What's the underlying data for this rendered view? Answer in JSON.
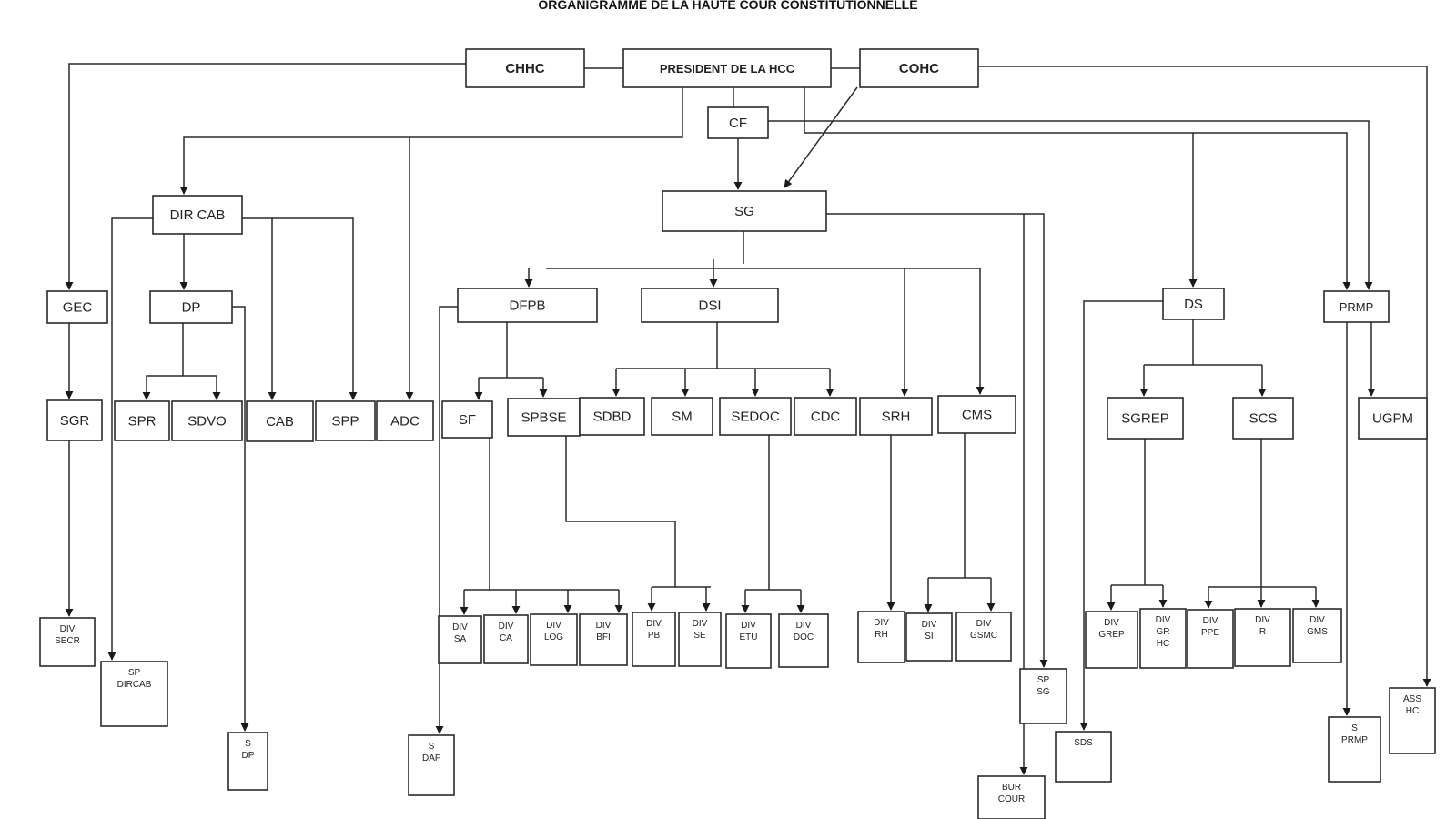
{
  "document": {
    "title": "ORGANIGRAMME DE LA HAUTE COUR CONSTITUTIONNELLE"
  },
  "units": [
    {
      "id": "chhc",
      "lines": [
        "CHHC"
      ]
    },
    {
      "id": "president",
      "lines": [
        "PRESIDENT DE LA HCC"
      ]
    },
    {
      "id": "cohc",
      "lines": [
        "COHC"
      ]
    },
    {
      "id": "cf",
      "lines": [
        "CF"
      ]
    },
    {
      "id": "dircab",
      "lines": [
        "DIR CAB"
      ]
    },
    {
      "id": "sg",
      "lines": [
        "SG"
      ]
    },
    {
      "id": "gec",
      "lines": [
        "GEC"
      ]
    },
    {
      "id": "dp",
      "lines": [
        "DP"
      ]
    },
    {
      "id": "dfpb",
      "lines": [
        "DFPB"
      ]
    },
    {
      "id": "dsi",
      "lines": [
        "DSI"
      ]
    },
    {
      "id": "ds",
      "lines": [
        "DS"
      ]
    },
    {
      "id": "prmp",
      "lines": [
        "PRMP"
      ]
    },
    {
      "id": "sgr",
      "lines": [
        "SGR"
      ]
    },
    {
      "id": "spr",
      "lines": [
        "SPR"
      ]
    },
    {
      "id": "sdvo",
      "lines": [
        "SDVO"
      ]
    },
    {
      "id": "cab",
      "lines": [
        "CAB"
      ]
    },
    {
      "id": "spp",
      "lines": [
        "SPP"
      ]
    },
    {
      "id": "adc",
      "lines": [
        "ADC"
      ]
    },
    {
      "id": "sf",
      "lines": [
        "SF"
      ]
    },
    {
      "id": "spbse",
      "lines": [
        "SPBSE"
      ]
    },
    {
      "id": "sdbd",
      "lines": [
        "SDBD"
      ]
    },
    {
      "id": "sm",
      "lines": [
        "SM"
      ]
    },
    {
      "id": "sedoc",
      "lines": [
        "SEDOC"
      ]
    },
    {
      "id": "cdc",
      "lines": [
        "CDC"
      ]
    },
    {
      "id": "srh",
      "lines": [
        "SRH"
      ]
    },
    {
      "id": "cms",
      "lines": [
        "CMS"
      ]
    },
    {
      "id": "sgrep",
      "lines": [
        "SGREP"
      ]
    },
    {
      "id": "scs",
      "lines": [
        "SCS"
      ]
    },
    {
      "id": "ugpm",
      "lines": [
        "UGPM"
      ]
    },
    {
      "id": "div-secr",
      "lines": [
        "DIV",
        "SECR"
      ]
    },
    {
      "id": "sp-dircab",
      "lines": [
        "SP",
        "DIRCAB"
      ]
    },
    {
      "id": "s-dp",
      "lines": [
        "S",
        "DP"
      ]
    },
    {
      "id": "div-sa",
      "lines": [
        "DIV",
        "SA"
      ]
    },
    {
      "id": "div-ca",
      "lines": [
        "DIV",
        "CA"
      ]
    },
    {
      "id": "div-log",
      "lines": [
        "DIV",
        "LOG"
      ]
    },
    {
      "id": "div-bfi",
      "lines": [
        "DIV",
        "BFI"
      ]
    },
    {
      "id": "div-pb",
      "lines": [
        "DIV",
        "PB"
      ]
    },
    {
      "id": "div-se",
      "lines": [
        "DIV",
        "SE"
      ]
    },
    {
      "id": "div-etu",
      "lines": [
        "DIV",
        "ETU"
      ]
    },
    {
      "id": "div-doc",
      "lines": [
        "DIV",
        "DOC"
      ]
    },
    {
      "id": "s-daf",
      "lines": [
        "S",
        "DAF"
      ]
    },
    {
      "id": "div-rh",
      "lines": [
        "DIV",
        "RH"
      ]
    },
    {
      "id": "div-si",
      "lines": [
        "DIV",
        "SI"
      ]
    },
    {
      "id": "div-gsmc",
      "lines": [
        "DIV",
        "GSMC"
      ]
    },
    {
      "id": "sp-sg",
      "lines": [
        "SP",
        "SG"
      ]
    },
    {
      "id": "bur-cour",
      "lines": [
        "BUR",
        "COUR"
      ]
    },
    {
      "id": "sds",
      "lines": [
        "SDS"
      ]
    },
    {
      "id": "div-grep",
      "lines": [
        "DIV",
        "GREP"
      ]
    },
    {
      "id": "div-gr-hc",
      "lines": [
        "DIV",
        "GR",
        "HC"
      ]
    },
    {
      "id": "div-ppe",
      "lines": [
        "DIV",
        "PPE"
      ]
    },
    {
      "id": "div-r",
      "lines": [
        "DIV",
        "R"
      ]
    },
    {
      "id": "div-gms",
      "lines": [
        "DIV",
        "GMS"
      ]
    },
    {
      "id": "s-prmp",
      "lines": [
        "S",
        "PRMP"
      ]
    },
    {
      "id": "ass-hc",
      "lines": [
        "ASS",
        "HC"
      ]
    }
  ],
  "relations": [
    {
      "from": "chhc",
      "to": "president",
      "kind": "link"
    },
    {
      "from": "president",
      "to": "cohc",
      "kind": "link"
    },
    {
      "from": "chhc",
      "to": "gec"
    },
    {
      "from": "cohc",
      "to": "ass-hc"
    },
    {
      "from": "cohc",
      "to": "sg"
    },
    {
      "from": "president",
      "to": "cf",
      "kind": "link"
    },
    {
      "from": "cf",
      "to": "sg"
    },
    {
      "from": "cf",
      "to": "prmp"
    },
    {
      "from": "president",
      "to": "dircab"
    },
    {
      "from": "president",
      "to": "adc"
    },
    {
      "from": "president",
      "to": "ds"
    },
    {
      "from": "president",
      "to": "prmp"
    },
    {
      "from": "dircab",
      "to": "dp"
    },
    {
      "from": "dircab",
      "to": "cab"
    },
    {
      "from": "dircab",
      "to": "spp"
    },
    {
      "from": "dircab",
      "to": "sp-dircab"
    },
    {
      "from": "gec",
      "to": "sgr"
    },
    {
      "from": "sgr",
      "to": "div-secr"
    },
    {
      "from": "dp",
      "to": "spr"
    },
    {
      "from": "dp",
      "to": "sdvo"
    },
    {
      "from": "dp",
      "to": "s-dp"
    },
    {
      "from": "sg",
      "to": "dfpb"
    },
    {
      "from": "sg",
      "to": "dsi"
    },
    {
      "from": "sg",
      "to": "srh"
    },
    {
      "from": "sg",
      "to": "cms"
    },
    {
      "from": "sg",
      "to": "sp-sg"
    },
    {
      "from": "sg",
      "to": "bur-cour"
    },
    {
      "from": "dfpb",
      "to": "sf"
    },
    {
      "from": "dfpb",
      "to": "spbse"
    },
    {
      "from": "dfpb",
      "to": "s-daf"
    },
    {
      "from": "dsi",
      "to": "sdbd"
    },
    {
      "from": "dsi",
      "to": "sm"
    },
    {
      "from": "dsi",
      "to": "sedoc"
    },
    {
      "from": "dsi",
      "to": "cdc"
    },
    {
      "from": "sf",
      "to": "div-sa"
    },
    {
      "from": "sf",
      "to": "div-ca"
    },
    {
      "from": "sf",
      "to": "div-log"
    },
    {
      "from": "sf",
      "to": "div-bfi"
    },
    {
      "from": "spbse",
      "to": "div-pb"
    },
    {
      "from": "spbse",
      "to": "div-se"
    },
    {
      "from": "sedoc",
      "to": "div-etu"
    },
    {
      "from": "sedoc",
      "to": "div-doc"
    },
    {
      "from": "srh",
      "to": "div-rh"
    },
    {
      "from": "cms",
      "to": "div-si"
    },
    {
      "from": "cms",
      "to": "div-gsmc"
    },
    {
      "from": "ds",
      "to": "sgrep"
    },
    {
      "from": "ds",
      "to": "scs"
    },
    {
      "from": "ds",
      "to": "sds"
    },
    {
      "from": "sgrep",
      "to": "div-grep"
    },
    {
      "from": "sgrep",
      "to": "div-gr-hc"
    },
    {
      "from": "scs",
      "to": "div-ppe"
    },
    {
      "from": "scs",
      "to": "div-r"
    },
    {
      "from": "scs",
      "to": "div-gms"
    },
    {
      "from": "prmp",
      "to": "ugpm"
    },
    {
      "from": "prmp",
      "to": "s-prmp"
    }
  ]
}
